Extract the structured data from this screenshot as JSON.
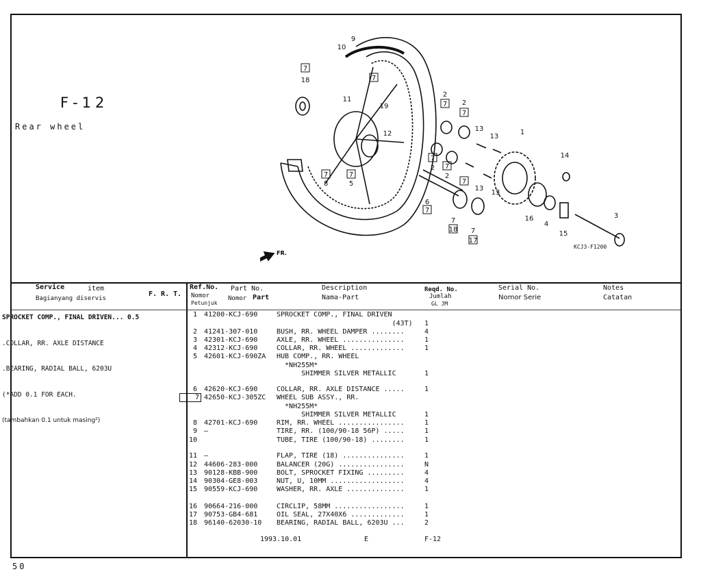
{
  "figure": {
    "code": "F-12",
    "title": "Rear wheel",
    "diagram_code": "KCJ3-F1200",
    "fr_label": "FR."
  },
  "callouts": [
    "9",
    "10",
    "7",
    "18",
    "11",
    "7",
    "19",
    "12",
    "2",
    "7",
    "2",
    "7",
    "13",
    "13",
    "1",
    "7",
    "2",
    "7",
    "2",
    "7",
    "13",
    "13",
    "14",
    "7",
    "8",
    "7",
    "5",
    "6",
    "7",
    "7",
    "18",
    "7",
    "17",
    "16",
    "4",
    "15",
    "3"
  ],
  "header": {
    "service": "Service",
    "item": "item",
    "service_sub": "Bagianyang diservis",
    "frt": "F. R. T.",
    "ref": "Ref.No.",
    "ref_sub1": "Nomor",
    "ref_sub2": "Petunjuk",
    "part": "Part No.",
    "part_sub1": "Nomor",
    "part_sub2": "Part",
    "desc": "Description",
    "desc_sub": "Nama-Part",
    "reqd": "Reqd. No.",
    "reqd_sub1": "Jumlah",
    "reqd_sub2": "GL JM",
    "serial": "Serial No.",
    "serial_sub": "Nomor Serie",
    "notes": "Notes",
    "notes_sub": "Catatan"
  },
  "service_lines": [
    "SPROCKET COMP., FINAL DRIVEN... 0.5",
    ".COLLAR, RR. AXLE DISTANCE",
    ".BEARING, RADIAL BALL, 6203U",
    "(*ADD 0.1 FOR EACH.",
    "(tambahkan 0.1 untuk masing²)"
  ],
  "parts": [
    {
      "ref": "1",
      "part": "41200-KCJ-690",
      "desc": "SPROCKET COMP., FINAL DRIVEN",
      "qty": ""
    },
    {
      "ref": "",
      "part": "",
      "desc": "                            (43T)",
      "qty": "1"
    },
    {
      "ref": "2",
      "part": "41241-307-010",
      "desc": "BUSH, RR. WHEEL DAMPER ........",
      "qty": "4"
    },
    {
      "ref": "3",
      "part": "42301-KCJ-690",
      "desc": "AXLE, RR. WHEEL ...............",
      "qty": "1"
    },
    {
      "ref": "4",
      "part": "42312-KCJ-690",
      "desc": "COLLAR, RR. WHEEL .............",
      "qty": "1"
    },
    {
      "ref": "5",
      "part": "42601-KCJ-690ZA",
      "desc": "HUB COMP., RR. WHEEL",
      "qty": ""
    },
    {
      "ref": "",
      "part": "",
      "desc": "  *NH255M*",
      "qty": ""
    },
    {
      "ref": "",
      "part": "",
      "desc": "      SHIMMER SILVER METALLIC",
      "qty": "1"
    },
    {
      "ref": "6",
      "part": "42620-KCJ-690",
      "desc": "COLLAR, RR. AXLE DISTANCE .....",
      "qty": "1"
    },
    {
      "ref": "7",
      "part": "42650-KCJ-305ZC",
      "desc": "WHEEL SUB ASSY., RR.",
      "qty": ""
    },
    {
      "ref": "",
      "part": "",
      "desc": "  *NH255M*",
      "qty": ""
    },
    {
      "ref": "",
      "part": "",
      "desc": "      SHIMMER SILVER METALLIC",
      "qty": "1"
    },
    {
      "ref": "8",
      "part": "42701-KCJ-690",
      "desc": "RIM, RR. WHEEL ................",
      "qty": "1"
    },
    {
      "ref": "9",
      "part": "—",
      "desc": "TIRE, RR. (100/90-18 56P) .....",
      "qty": "1"
    },
    {
      "ref": "10",
      "part": "",
      "desc": "TUBE, TIRE (100/90-18) ........",
      "qty": "1"
    },
    {
      "ref": "11",
      "part": "—",
      "desc": "FLAP, TIRE (18) ...............",
      "qty": "1"
    },
    {
      "ref": "12",
      "part": "44606-283-000",
      "desc": "BALANCER (20G) ................",
      "qty": "N"
    },
    {
      "ref": "13",
      "part": "90128-KBB-900",
      "desc": "BOLT, SPROCKET FIXING .........",
      "qty": "4"
    },
    {
      "ref": "14",
      "part": "90304-GE8-003",
      "desc": "NUT, U, 10MM ..................",
      "qty": "4"
    },
    {
      "ref": "15",
      "part": "90559-KCJ-690",
      "desc": "WASHER, RR. AXLE ..............",
      "qty": "1"
    },
    {
      "ref": "16",
      "part": "90664-216-000",
      "desc": "CIRCLIP, 58MM .................",
      "qty": "1"
    },
    {
      "ref": "17",
      "part": "90753-GB4-681",
      "desc": "OIL SEAL, 27X40X6 .............",
      "qty": "1"
    },
    {
      "ref": "18",
      "part": "96140-62030-10",
      "desc": "BEARING, RADIAL BALL, 6203U ...",
      "qty": "2"
    }
  ],
  "footer": {
    "date": "1993.10.01",
    "edition": "E",
    "page_ref": "F-12"
  },
  "page_number": "50"
}
